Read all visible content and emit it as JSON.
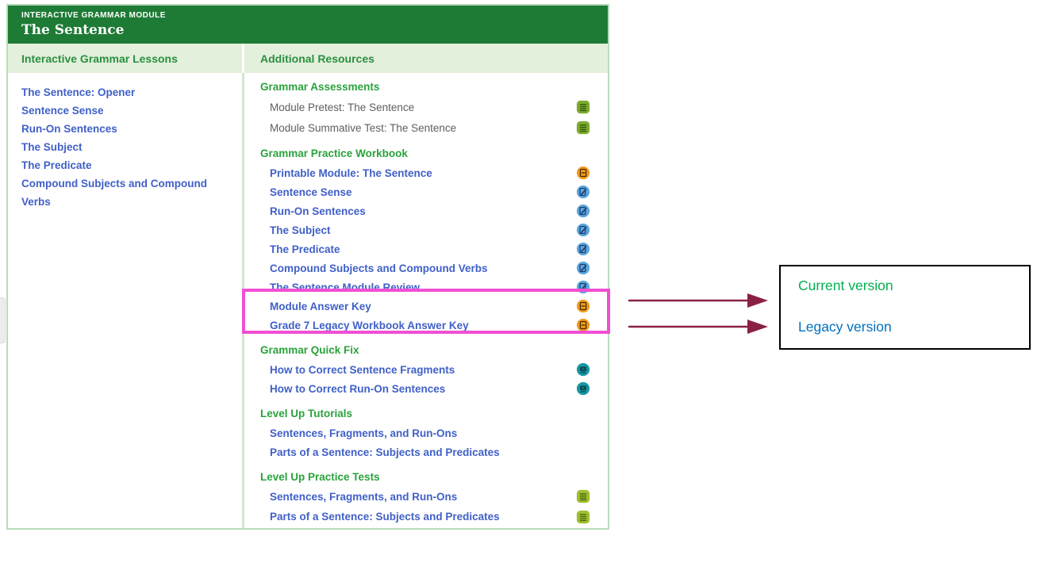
{
  "header": {
    "eyebrow": "INTERACTIVE GRAMMAR MODULE",
    "title": "The Sentence"
  },
  "lessons": {
    "heading": "Interactive Grammar Lessons",
    "items": [
      "The Sentence: Opener",
      "Sentence Sense",
      "Run-On Sentences",
      "The Subject",
      "The Predicate",
      "Compound Subjects and Compound Verbs"
    ]
  },
  "resources": {
    "heading": "Additional Resources",
    "sections": [
      {
        "title": "Grammar Assessments",
        "items": [
          {
            "label": "Module Pretest: The Sentence",
            "icon": "quiz-icon",
            "icon_color": "#7cab2d"
          },
          {
            "label": "Module Summative Test: The Sentence",
            "icon": "quiz-icon",
            "icon_color": "#7cab2d"
          }
        ]
      },
      {
        "title": "Grammar Practice Workbook",
        "items": [
          {
            "label": "Printable Module: The Sentence",
            "icon": "pdf-icon",
            "icon_color": "#f39b1c"
          },
          {
            "label": "Sentence Sense",
            "icon": "worksheet-icon",
            "icon_color": "#5ba7de"
          },
          {
            "label": "Run-On Sentences",
            "icon": "worksheet-icon",
            "icon_color": "#5ba7de"
          },
          {
            "label": "The Subject",
            "icon": "worksheet-icon",
            "icon_color": "#5ba7de"
          },
          {
            "label": "The Predicate",
            "icon": "worksheet-icon",
            "icon_color": "#5ba7de"
          },
          {
            "label": "Compound Subjects and Compound Verbs",
            "icon": "worksheet-icon",
            "icon_color": "#5ba7de"
          },
          {
            "label": "The Sentence Module Review",
            "icon": "worksheet-icon",
            "icon_color": "#5ba7de"
          },
          {
            "label": "Module Answer Key",
            "icon": "pdf-icon",
            "icon_color": "#f39b1c"
          },
          {
            "label": "Grade 7 Legacy Workbook Answer Key",
            "icon": "pdf-icon",
            "icon_color": "#f39b1c"
          }
        ]
      },
      {
        "title": "Grammar Quick Fix",
        "items": [
          {
            "label": "How to Correct Sentence Fragments",
            "icon": "video-icon",
            "icon_color": "#1498a6"
          },
          {
            "label": "How to Correct Run-On Sentences",
            "icon": "video-icon",
            "icon_color": "#1498a6"
          }
        ]
      },
      {
        "title": "Level Up Tutorials",
        "items": [
          {
            "label": "Sentences, Fragments, and Run-Ons",
            "icon": null
          },
          {
            "label": "Parts of a Sentence: Subjects and Predicates",
            "icon": null
          }
        ]
      },
      {
        "title": "Level Up Practice Tests",
        "items": [
          {
            "label": "Sentences, Fragments, and Run-Ons",
            "icon": "quiz-icon",
            "icon_color": "#9dc02f"
          },
          {
            "label": "Parts of a Sentence: Subjects and Predicates",
            "icon": "quiz-icon",
            "icon_color": "#9dc02f"
          }
        ]
      }
    ]
  },
  "annotation": {
    "highlight_color": "#f04fd4",
    "arrow_color": "#8a2143",
    "legend": {
      "current_label": "Current version",
      "current_color": "#00b050",
      "legacy_label": "Legacy version",
      "legacy_color": "#0070c0"
    }
  }
}
